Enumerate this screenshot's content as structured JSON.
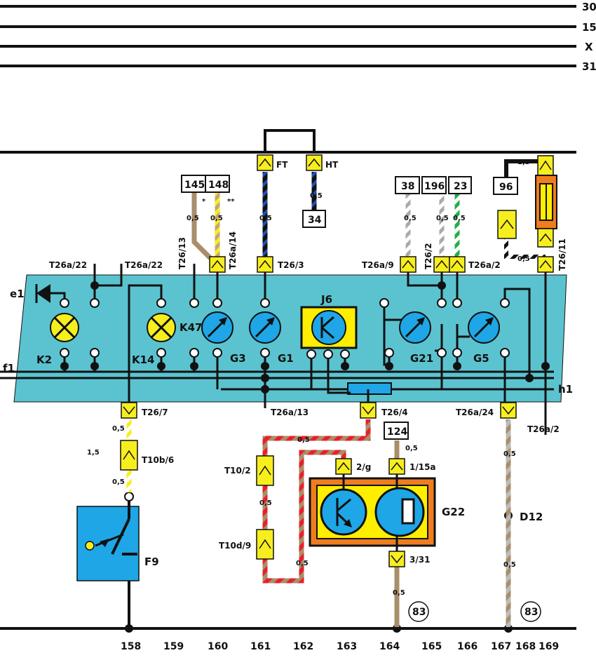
{
  "rails": [
    {
      "label": "30"
    },
    {
      "label": "15"
    },
    {
      "label": "X"
    },
    {
      "label": "31"
    }
  ],
  "columns": [
    "158",
    "159",
    "160",
    "161",
    "162",
    "163",
    "164",
    "165",
    "166",
    "167",
    "168",
    "169"
  ],
  "components": {
    "e1": "e1",
    "K2": "K2",
    "K14": "K14",
    "K47": "K47",
    "G3": "G3",
    "G1": "G1",
    "J6": "J6",
    "G21": "G21",
    "G5": "G5",
    "f1": "f1",
    "h1": "h1",
    "F9": "F9",
    "G22": "G22",
    "D12": "D12"
  },
  "connectors": {
    "FT": "FT",
    "HT": "HT",
    "T26a_22_left": "T26a/22",
    "T26a_22_right": "T26a/22",
    "T26_13": "T26/13",
    "T26a_14": "T26a/14",
    "T26_3": "T26/3",
    "T26a_9": "T26a/9",
    "T26_2": "T26/2",
    "T26a_2_top": "T26a/2",
    "T26_11": "T26/11",
    "T26_7": "T26/7",
    "T26a_13": "T26a/13",
    "T26_4": "T26/4",
    "T26a_24": "T26a/24",
    "T26a_2_bottom": "T26a/2",
    "T10b_6": "T10b/6",
    "T10_2": "T10/2",
    "T10d_9": "T10d/9",
    "G22_2g": "2/g",
    "G22_115a": "1/15a",
    "G22_331": "3/31"
  },
  "ref_boxes": [
    "145",
    "148",
    "34",
    "38",
    "196",
    "23",
    "96",
    "124"
  ],
  "ground_refs": [
    "83",
    "83"
  ],
  "wire_sizes": {
    "s05": "0,5",
    "s15": "1,5"
  },
  "notes": {
    "star1": "*",
    "star2": "**"
  },
  "colors": {
    "panel": "#5bc3cf",
    "connector": "#f7ee1e",
    "gauge": "#1ea6e6",
    "relay_box": "#ffee00",
    "g22_border": "#ef7d1f",
    "fuse": "#ef7d1f",
    "f9_box": "#1ea6e6",
    "lamp": "#f7ee1e"
  }
}
